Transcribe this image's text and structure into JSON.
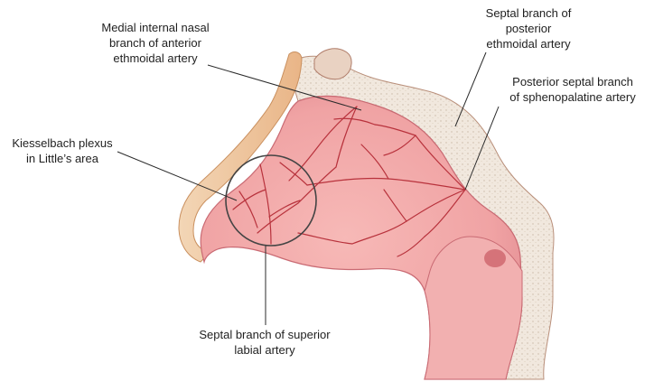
{
  "diagram": {
    "labels": {
      "medial_internal_nasal": "Medial internal nasal\nbranch of anterior\nethmoidal artery",
      "septal_branch_posterior": "Septal branch of\nposterior\nethmoidal artery",
      "posterior_septal": "Posterior septal branch\nof sphenopalatine artery",
      "kiesselbach": "Kiesselbach plexus\nin Little’s area",
      "septal_superior_labial": "Septal branch of superior\nlabial artery"
    },
    "colors": {
      "mucosa": "#f0a8a8",
      "mucosa_dark": "#e07f85",
      "vessel": "#b8323c",
      "skin": "#f5c9a2",
      "bone": "#efe3d6",
      "leader": "#2b2b2b"
    }
  }
}
